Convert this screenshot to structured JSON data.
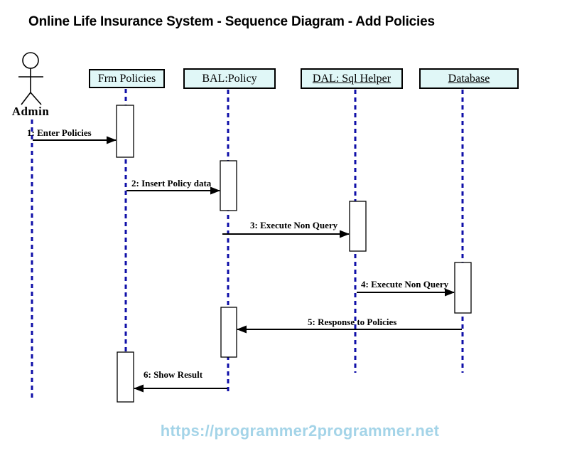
{
  "title": "Online Life Insurance System - Sequence Diagram - Add Policies",
  "actor": {
    "label": "Admin"
  },
  "lifelines": [
    {
      "label": "Frm Policies",
      "underlined": false
    },
    {
      "label": "BAL:Policy",
      "underlined": false
    },
    {
      "label": "DAL: Sql Helper",
      "underlined": true
    },
    {
      "label": "Database",
      "underlined": true
    }
  ],
  "messages": [
    {
      "label": "1: Enter Policies",
      "from": "Admin",
      "to": "Frm Policies",
      "direction": "right"
    },
    {
      "label": "2: Insert Policy data",
      "from": "Frm Policies",
      "to": "BAL:Policy",
      "direction": "right"
    },
    {
      "label": "3: Execute Non Query",
      "from": "BAL:Policy",
      "to": "DAL: Sql Helper",
      "direction": "right"
    },
    {
      "label": "4: Execute Non Query",
      "from": "DAL: Sql Helper",
      "to": "Database",
      "direction": "right"
    },
    {
      "label": "5: Response to Policies",
      "from": "Database",
      "to": "BAL:Policy",
      "direction": "left"
    },
    {
      "label": "6: Show Result",
      "from": "BAL:Policy",
      "to": "Frm Policies",
      "direction": "left"
    }
  ],
  "footer": {
    "url": "https://programmer2programmer.net"
  },
  "colors": {
    "lifeline": "#0F0FA8",
    "box_fill": "#E0F7F7",
    "box_border": "#000000",
    "arrow": "#000000",
    "footer_text": "#A4D4E8",
    "background": "#FFFFFF"
  }
}
